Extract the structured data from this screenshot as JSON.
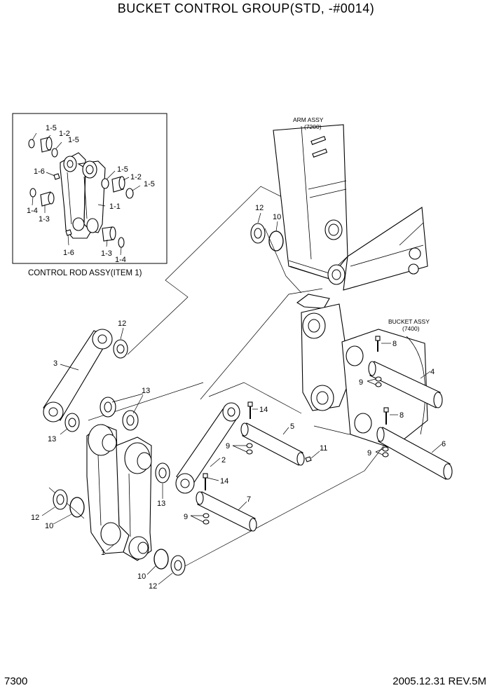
{
  "header": {
    "title": "BUCKET CONTROL  GROUP(STD, -#0014)"
  },
  "footer": {
    "page_number": "7300",
    "revision": "2005.12.31 REV.5M"
  },
  "inset": {
    "caption": "CONTROL ROD ASSY(ITEM 1)",
    "labels": [
      "1-5",
      "1-2",
      "1-5",
      "1-6",
      "1-5",
      "1-2",
      "1-5",
      "1-4",
      "1-3",
      "1-1",
      "1-6",
      "1-3",
      "1-4"
    ]
  },
  "references": {
    "arm_assy": {
      "name": "ARM ASSY",
      "code": "(7200)"
    },
    "bucket_assy": {
      "name": "BUCKET ASSY",
      "code": "(7400)"
    }
  },
  "callouts": [
    "12",
    "10",
    "12",
    "3",
    "13",
    "13",
    "13",
    "14",
    "5",
    "9",
    "11",
    "2",
    "14",
    "7",
    "13",
    "9",
    "12",
    "10",
    "1",
    "10",
    "12",
    "8",
    "4",
    "9",
    "8",
    "6",
    "9"
  ]
}
